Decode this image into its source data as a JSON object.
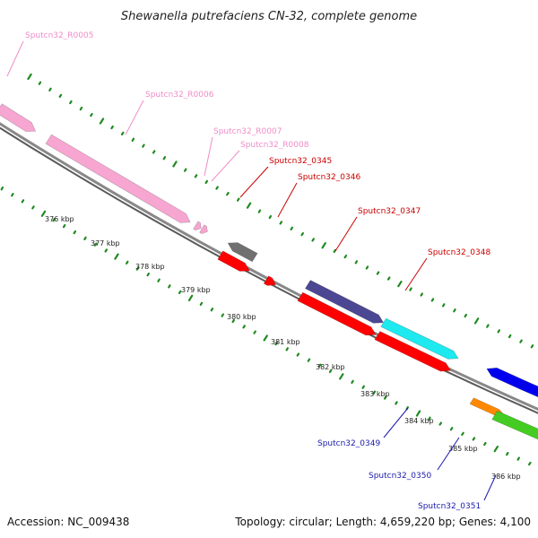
{
  "title": "Shewanella putrefaciens CN-32, complete genome",
  "footer": {
    "accession": "Accession: NC_009438",
    "summary": "Topology: circular; Length: 4,659,220 bp; Genes: 4,100"
  },
  "kbp_labels": [
    "376 kbp",
    "377 kbp",
    "378 kbp",
    "379 kbp",
    "380 kbp",
    "381 kbp",
    "382 kbp",
    "383 kbp",
    "384 kbp",
    "385 kbp",
    "386 kbp"
  ],
  "gene_labels": [
    {
      "id": "R0005",
      "text": "Sputcn32_R0005",
      "color": "#f08cc8"
    },
    {
      "id": "R0006",
      "text": "Sputcn32_R0006",
      "color": "#f08cc8"
    },
    {
      "id": "R0007",
      "text": "Sputcn32_R0007",
      "color": "#f08cc8"
    },
    {
      "id": "R0008",
      "text": "Sputcn32_R0008",
      "color": "#f08cc8"
    },
    {
      "id": "0345",
      "text": "Sputcn32_0345",
      "color": "#cc0000"
    },
    {
      "id": "0346",
      "text": "Sputcn32_0346",
      "color": "#cc0000"
    },
    {
      "id": "0347",
      "text": "Sputcn32_0347",
      "color": "#cc0000"
    },
    {
      "id": "0348",
      "text": "Sputcn32_0348",
      "color": "#cc0000"
    },
    {
      "id": "0349",
      "text": "Sputcn32_0349",
      "color": "#1a1aaa"
    },
    {
      "id": "0350",
      "text": "Sputcn32_0350",
      "color": "#1a1aaa"
    },
    {
      "id": "0351",
      "text": "Sputcn32_0351",
      "color": "#1a1aaa"
    }
  ],
  "colors": {
    "rna": "#f7a6d1",
    "red_gene": "#ff0000",
    "gray_gene": "#707070",
    "purple_gene": "#4b4793",
    "cyan_gene": "#1de9ee",
    "blue_gene": "#0000ee",
    "green_gene": "#44cc22",
    "orange_gene": "#ff8800",
    "backbone": "#888888",
    "gc_marks": "#1f8a1f"
  }
}
